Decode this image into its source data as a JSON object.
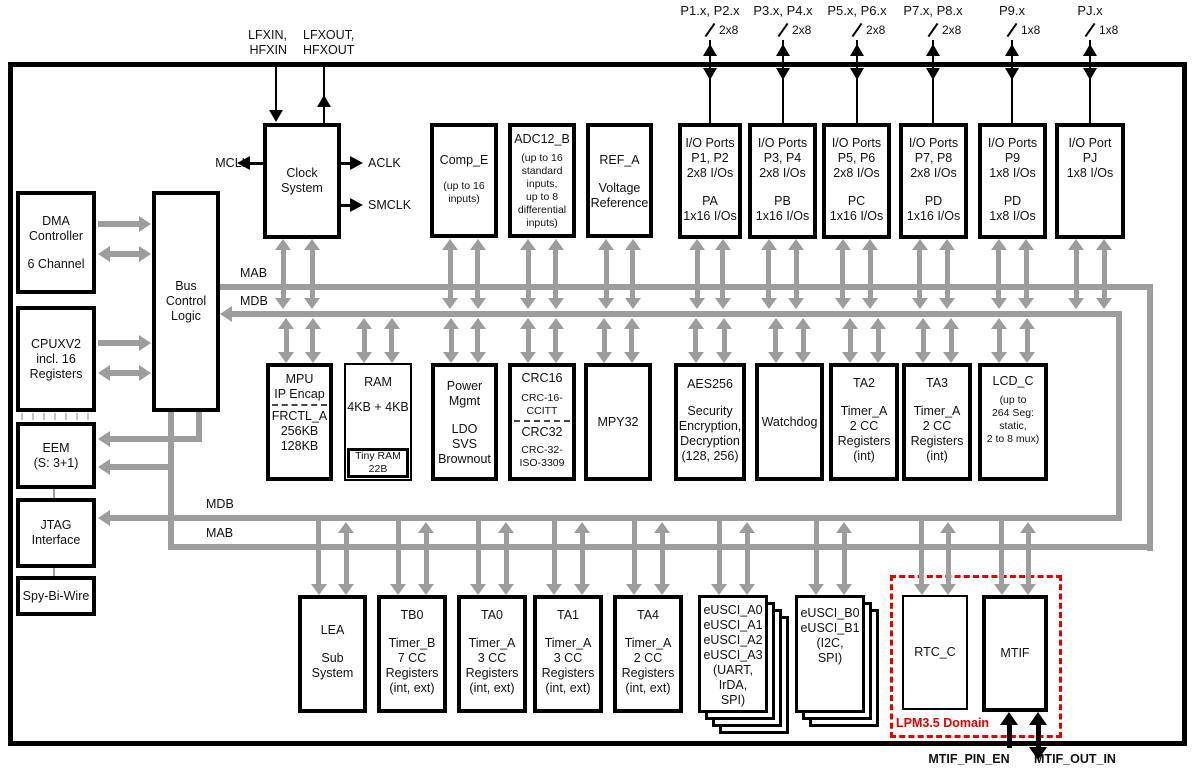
{
  "pins": [
    {
      "label": "P1.x, P2.x",
      "width": "2x8"
    },
    {
      "label": "P3.x, P4.x",
      "width": "2x8"
    },
    {
      "label": "P5.x, P6.x",
      "width": "2x8"
    },
    {
      "label": "P7.x, P8.x",
      "width": "2x8"
    },
    {
      "label": "P9.x",
      "width": "1x8"
    },
    {
      "label": "PJ.x",
      "width": "1x8"
    }
  ],
  "osc": {
    "in": [
      "LFXIN,",
      "HFXIN"
    ],
    "out": [
      "LFXOUT,",
      "HFXOUT"
    ]
  },
  "clock_signals": {
    "mclk": "MCLK",
    "aclk": "ACLK",
    "smclk": "SMCLK"
  },
  "bus": {
    "mab": "MAB",
    "mdb": "MDB"
  },
  "bottom_pins": {
    "pin_en": "MTIF_PIN_EN",
    "out_in": "MTIF_OUT_IN"
  },
  "lpm_domain_label": "LPM3.5 Domain",
  "colors": {
    "bus_gray": "#9d9d9d",
    "lpm_red": "#e60000",
    "black": "#000000"
  },
  "blocks": {
    "dma": {
      "lines": [
        "DMA",
        "Controller",
        {
          "gap": 13
        },
        "6 Channel"
      ]
    },
    "cpu": {
      "lines": [
        "CPUXV2",
        "incl. 16",
        "Registers"
      ]
    },
    "busctl": {
      "lines": [
        "Bus",
        "Control",
        "Logic"
      ]
    },
    "eem": {
      "lines": [
        "EEM",
        "(S: 3+1)"
      ]
    },
    "jtag": {
      "lines": [
        "JTAG",
        "Interface"
      ]
    },
    "sbw": {
      "lines": [
        "Spy-Bi-Wire"
      ]
    },
    "clock": {
      "lines": [
        "Clock",
        "System"
      ]
    },
    "comp": {
      "lines": [
        "Comp_E",
        {
          "gap": 12
        },
        {
          "t": "(up to 16",
          "sm": true
        },
        {
          "t": "inputs)",
          "sm": true
        }
      ]
    },
    "adc": {
      "lines": [
        "ADC12_B",
        {
          "gap": 5
        },
        {
          "t": "(up to 16",
          "sm": true
        },
        {
          "t": "standard",
          "sm": true
        },
        {
          "t": "inputs,",
          "sm": true
        },
        {
          "t": "up to 8",
          "sm": true
        },
        {
          "t": "differential",
          "sm": true
        },
        {
          "t": "inputs)",
          "sm": true
        }
      ]
    },
    "ref": {
      "lines": [
        "REF_A",
        {
          "gap": 13
        },
        "Voltage",
        "Reference"
      ]
    },
    "io1": {
      "lines": [
        "I/O Ports",
        "P1, P2",
        "2x8 I/Os",
        {
          "gap": 13
        },
        "PA",
        "1x16 I/Os"
      ]
    },
    "io2": {
      "lines": [
        "I/O Ports",
        "P3, P4",
        "2x8 I/Os",
        {
          "gap": 13
        },
        "PB",
        "1x16 I/Os"
      ]
    },
    "io3": {
      "lines": [
        "I/O Ports",
        "P5, P6",
        "2x8 I/Os",
        {
          "gap": 13
        },
        "PC",
        "1x16 I/Os"
      ]
    },
    "io4": {
      "lines": [
        "I/O Ports",
        "P7, P8",
        "2x8 I/Os",
        {
          "gap": 13
        },
        "PD",
        "1x16 I/Os"
      ]
    },
    "io5": {
      "lines": [
        "I/O Ports",
        "P9",
        "1x8 I/Os",
        {
          "gap": 13
        },
        "PD",
        "1x8 I/Os"
      ]
    },
    "io6": {
      "lines": [
        "I/O Port",
        "PJ",
        "1x8 I/Os"
      ]
    },
    "mpu": {
      "lines": [
        "MPU",
        "IP Encap",
        {
          "div": true
        },
        "FRCTL_A",
        "256KB",
        "128KB"
      ]
    },
    "ram": {
      "lines": [
        "RAM",
        {
          "gap": 10
        },
        "4KB + 4KB"
      ]
    },
    "tinyram": {
      "lines": [
        {
          "t": "Tiny RAM",
          "sm": true
        },
        {
          "t": "22B",
          "sm": true
        }
      ]
    },
    "pwr": {
      "lines": [
        "Power",
        "Mgmt",
        {
          "gap": 13
        },
        "LDO",
        "SVS",
        "Brownout"
      ]
    },
    "crc": {
      "lines": [
        "CRC16",
        {
          "gap": 6
        },
        {
          "t": "CRC-16-",
          "sm": true
        },
        {
          "t": "CCITT",
          "sm": true
        },
        {
          "div": true
        },
        "CRC32",
        {
          "gap": 4
        },
        {
          "t": "CRC-32-",
          "sm": true
        },
        {
          "t": "ISO-3309",
          "sm": true
        }
      ]
    },
    "mpy": {
      "lines": [
        "MPY32"
      ]
    },
    "aes": {
      "lines": [
        "AES256",
        {
          "gap": 12
        },
        "Security",
        "Encryption,",
        "Decryption",
        "(128, 256)"
      ]
    },
    "wdt": {
      "lines": [
        "Watchdog"
      ]
    },
    "ta2": {
      "lines": [
        "TA2",
        {
          "gap": 13
        },
        "Timer_A",
        "2 CC",
        "Registers",
        "(int)"
      ]
    },
    "ta3": {
      "lines": [
        "TA3",
        {
          "gap": 13
        },
        "Timer_A",
        "2 CC",
        "Registers",
        "(int)"
      ]
    },
    "lcd": {
      "lines": [
        "LCD_C",
        {
          "gap": 5
        },
        {
          "t": "(up to",
          "sm": true
        },
        {
          "t": "264 Seg:",
          "sm": true
        },
        {
          "t": "static,",
          "sm": true
        },
        {
          "t": "2 to 8 mux)",
          "sm": true
        }
      ]
    },
    "lea": {
      "lines": [
        "LEA",
        {
          "gap": 13
        },
        "Sub",
        "System"
      ]
    },
    "tb0": {
      "lines": [
        "TB0",
        {
          "gap": 13
        },
        "Timer_B",
        "7 CC",
        "Registers",
        "(int, ext)"
      ]
    },
    "ta0": {
      "lines": [
        "TA0",
        {
          "gap": 13
        },
        "Timer_A",
        "3 CC",
        "Registers",
        "(int, ext)"
      ]
    },
    "ta1": {
      "lines": [
        "TA1",
        {
          "gap": 13
        },
        "Timer_A",
        "3 CC",
        "Registers",
        "(int, ext)"
      ]
    },
    "ta4": {
      "lines": [
        "TA4",
        {
          "gap": 13
        },
        "Timer_A",
        "2 CC",
        "Registers",
        "(int, ext)"
      ]
    },
    "euscia": {
      "lines": [
        "eUSCI_A0",
        "eUSCI_A1",
        "eUSCI_A2",
        "eUSCI_A3",
        "(UART,",
        "IrDA,",
        "SPI)"
      ]
    },
    "euscib": {
      "lines": [
        "eUSCI_B0",
        "eUSCI_B1",
        "(I2C,",
        "SPI)"
      ]
    },
    "rtc": {
      "lines": [
        "RTC_C"
      ]
    },
    "mtif": {
      "lines": [
        "MTIF"
      ]
    }
  }
}
